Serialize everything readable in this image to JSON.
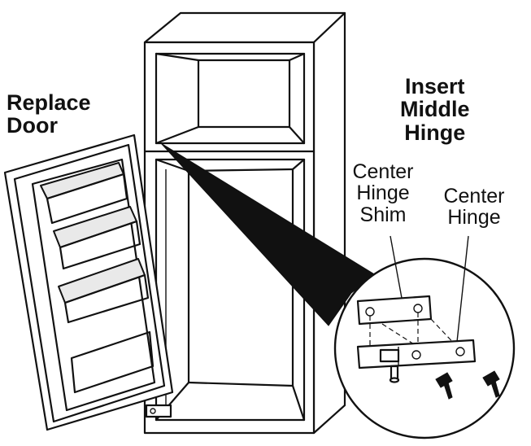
{
  "labels": {
    "replace_door": [
      "Replace",
      "Door"
    ],
    "insert_hinge": [
      "Insert",
      "Middle",
      "Hinge"
    ],
    "center_hinge_shim": [
      "Center",
      "Hinge",
      "Shim"
    ],
    "center_hinge": [
      "Center",
      "Hinge"
    ]
  }
}
